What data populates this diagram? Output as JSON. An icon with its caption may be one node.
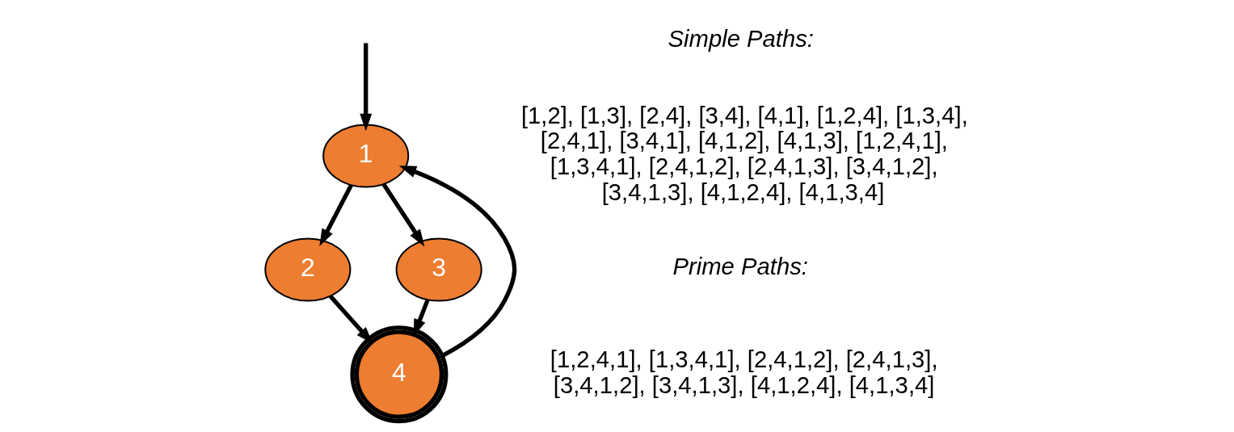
{
  "diagram": {
    "nodes": [
      {
        "text": [
          "1"
        ]
      },
      {
        "text": [
          "2"
        ]
      },
      {
        "text": [
          "3"
        ]
      },
      {
        "text": [
          "4"
        ]
      }
    ],
    "edges": [
      {
        "from": null,
        "to": 0,
        "arrow": "to"
      },
      {
        "from": 0,
        "to": 1,
        "arrow": "to"
      },
      {
        "from": 0,
        "to": 2,
        "arrow": "to"
      },
      {
        "from": 1,
        "to": 3,
        "arrow": "to"
      },
      {
        "from": 2,
        "to": 3,
        "arrow": "to"
      },
      {
        "from": 3,
        "to": 0,
        "arrow": "to"
      }
    ],
    "labels": [
      "Simple Paths:",
      "[1,2], [1,3], [2,4], [3,4], [4,1], [1,2,4], [1,3,4], [2,4,1], [3,4,1], [4,1,2], [4,1,3], [1,2,4,1], [1,3,4,1], [2,4,1,2], [2,4,1,3], [3,4,1,2], [3,4,1,3], [4,1,2,4], [4,1,3,4]",
      "Prime Paths:",
      "[1,2,4,1], [1,3,4,1], [2,4,1,2], [2,4,1,3], [3,4,1,2], [3,4,1,3], [4,1,2,4], [4,1,3,4]"
    ]
  }
}
